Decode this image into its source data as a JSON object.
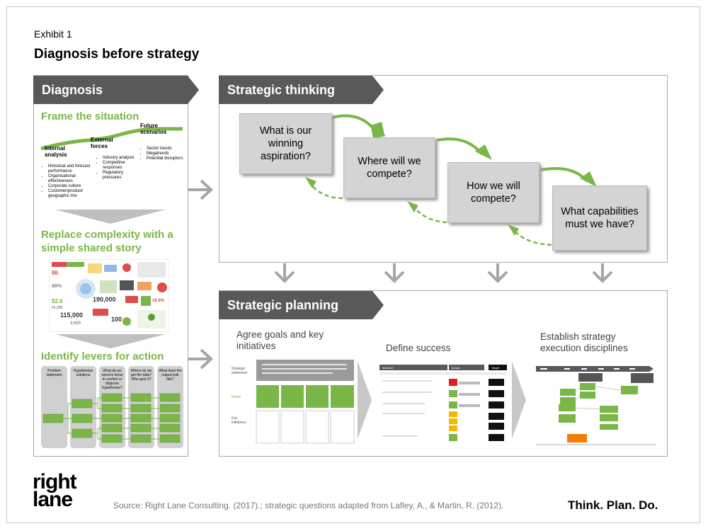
{
  "exhibit": "Exhibit 1",
  "title": "Diagnosis before strategy",
  "diagnosis": {
    "header": "Diagnosis",
    "frame": {
      "heading": "Frame the situation",
      "internal": {
        "label": "Internal analysis",
        "items": [
          "Historical and forecast performance",
          "Organisational effectiveness",
          "Corporate culture",
          "Customer/product/ geographic mix"
        ]
      },
      "external": {
        "label": "External forces",
        "items": [
          "Industry analysis",
          "Competitive responses",
          "Regulatory pressures"
        ]
      },
      "future": {
        "label": "Future scenarios",
        "items": [
          "Sector trends",
          "Megatrends",
          "Potential disruptors"
        ]
      }
    },
    "replace": {
      "heading": "Replace complexity with a simple shared story"
    },
    "levers": {
      "heading": "Identify levers for action",
      "columns": [
        "Problem statement",
        "Hypothesise solutions",
        "What do we need to know to confirm or disprove hypotheses?",
        "Where do we get the data? Who gets it?",
        "What does the output look like?"
      ]
    }
  },
  "thinking": {
    "header": "Strategic thinking",
    "questions": [
      "What is our winning aspiration?",
      "Where will we compete?",
      "How we will compete?",
      "What capabilities must we have?"
    ]
  },
  "planning": {
    "header": "Strategic planning",
    "steps": [
      "Agree goals and key initiatives",
      "Define success",
      "Establish strategy execution disciplines"
    ],
    "goals_labels": [
      "Strategic statement",
      "Goals",
      "Key initiatives"
    ],
    "success_headers": [
      "Measure",
      "Actual",
      "Target"
    ]
  },
  "footer": {
    "source": "Source: Right Lane Consulting. (2017).; strategic questions adapted from Lafley, A., & Martin, R. (2012).",
    "tagline": "Think. Plan. Do.",
    "logo_top": "right",
    "logo_bottom": "lane"
  },
  "colors": {
    "green": "#7ab648",
    "header_gray": "#595959",
    "box_gray": "#d4d4d4",
    "arrow_gray": "#a6a6a6"
  }
}
